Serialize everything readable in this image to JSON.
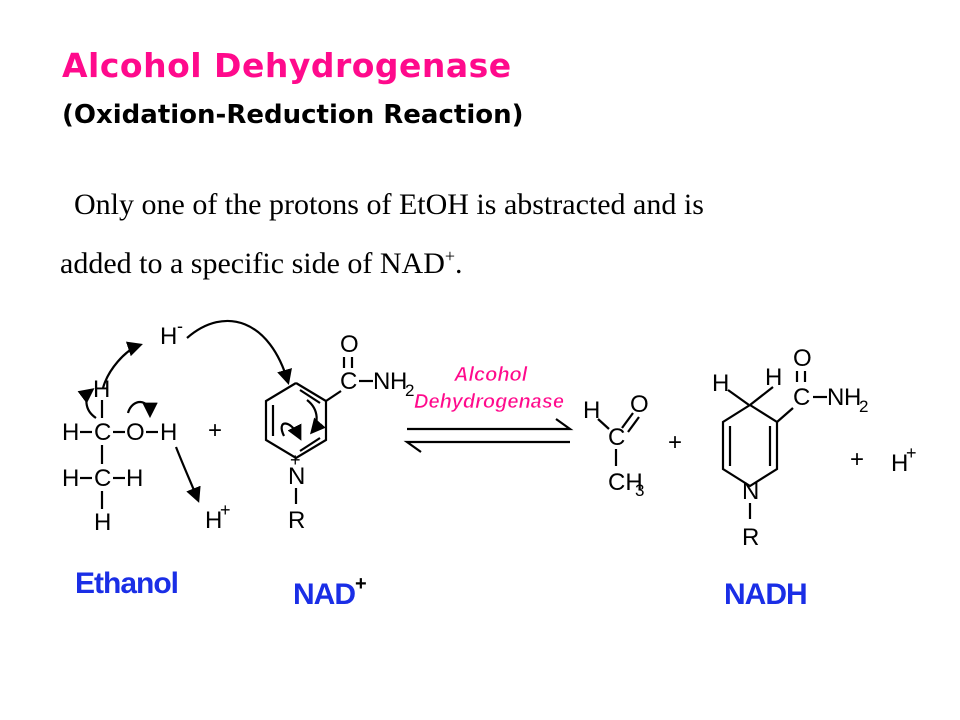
{
  "title": "Alcohol Dehydrogenase",
  "subtitle": "(Oxidation-Reduction Reaction)",
  "description": {
    "line1": "Only one of the protons of EtOH is abstracted and is",
    "line2_prefix": "added to a specific  side of NAD",
    "line2_superscript": "+",
    "line2_suffix": "."
  },
  "enzyme_label": {
    "line1": "Alcohol",
    "line2": "Dehydrogenase"
  },
  "compounds": {
    "ethanol": "Ethanol",
    "nad": "NAD",
    "nad_charge": "+",
    "nadh": "NADH"
  },
  "atoms": {
    "H": "H",
    "C": "C",
    "O": "O",
    "N": "N",
    "R": "R",
    "CH": "CH",
    "sub2": "2",
    "sub3": "3",
    "plus": "+",
    "minus": "-"
  },
  "colors": {
    "title": "#ff0a8c",
    "compound_labels": "#1a2ee6",
    "enzyme_label": "#ff0a8c",
    "text": "#000000"
  }
}
